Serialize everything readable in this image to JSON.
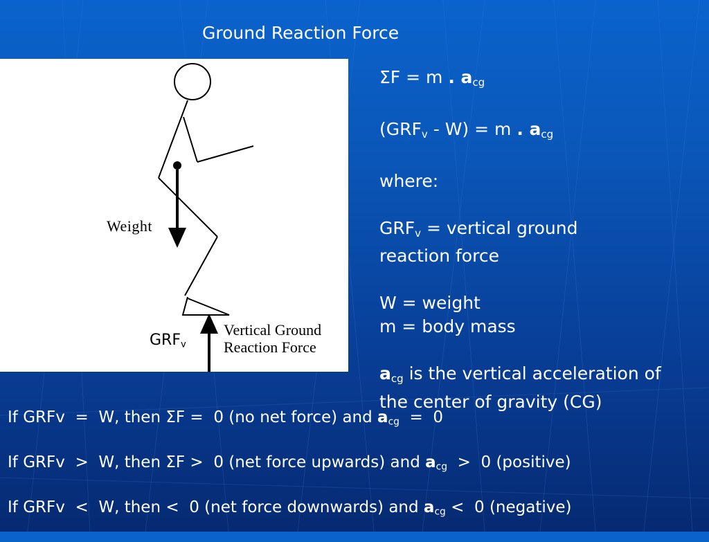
{
  "title": "Ground Reaction Force",
  "figure": {
    "weight_label": "Weight",
    "grf_label": "GRF",
    "grf_sub": "v",
    "vgrf_line1": "Vertical Ground",
    "vgrf_line2": "Reaction Force"
  },
  "equations": {
    "eq1_prefix": "ΣF =  m ",
    "eq1_dot": ". ",
    "eq1_a": "a",
    "eq1_sub": "cg",
    "eq2_prefix": "(GRF",
    "eq2_sub_v": "v",
    "eq2_mid": " - W)  =  m ",
    "eq2_dot": ". ",
    "eq2_a": "a",
    "eq2_sub": "cg",
    "where": "where:",
    "grf_def_prefix": "GRF",
    "grf_def_sub": "v",
    "grf_def_text": " = vertical ground",
    "grf_def_line2": "reaction force",
    "w_def": "W = weight",
    "m_def": "m = body mass",
    "acg_a": "a",
    "acg_sub": "cg",
    "acg_text": " is the vertical acceleration of",
    "acg_line2": "the center of gravity (CG)"
  },
  "conditions": [
    {
      "pre": "If GRFv  =  W, then ΣF =  0 (no net force) and ",
      "a": "a",
      "sub": "cg",
      "post": "  =  0"
    },
    {
      "pre": "If GRFv  >  W, then ΣF >  0 (net force upwards) and ",
      "a": "a",
      "sub": "cg",
      "post": "  >  0 (positive)"
    },
    {
      "pre": "If GRFv  <  W, then <  0 (net force downwards) and ",
      "a": "a",
      "sub": "cg",
      "post": " <  0 (negative)"
    }
  ],
  "colors": {
    "background_top": "#0a63cc",
    "background_bottom": "#062a72",
    "text": "#ffffff",
    "panel": "#ffffff"
  }
}
